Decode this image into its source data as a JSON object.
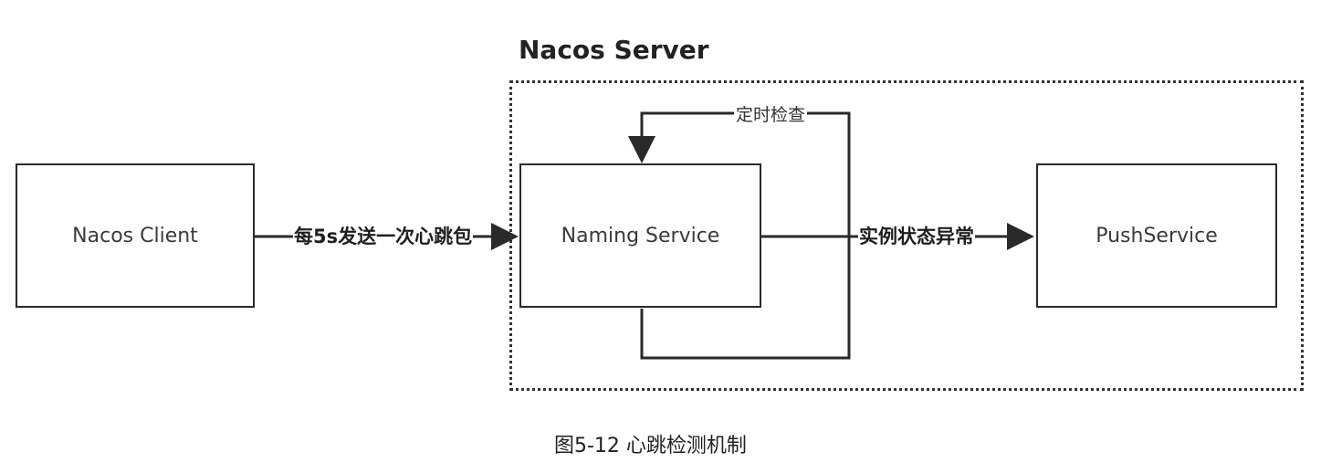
{
  "server_group": {
    "title": "Nacos Server"
  },
  "nodes": {
    "client": {
      "label": "Nacos Client"
    },
    "naming": {
      "label": "Naming Service"
    },
    "push": {
      "label": "PushService"
    }
  },
  "edges": {
    "heartbeat": {
      "label": "每5s发送一次心跳包"
    },
    "abnormal": {
      "label": "实例状态异常"
    },
    "timer_check": {
      "label": "定时检查"
    }
  },
  "caption": "图5-12 心跳检测机制",
  "colors": {
    "stroke": "#2a2a2a",
    "background": "#ffffff"
  }
}
